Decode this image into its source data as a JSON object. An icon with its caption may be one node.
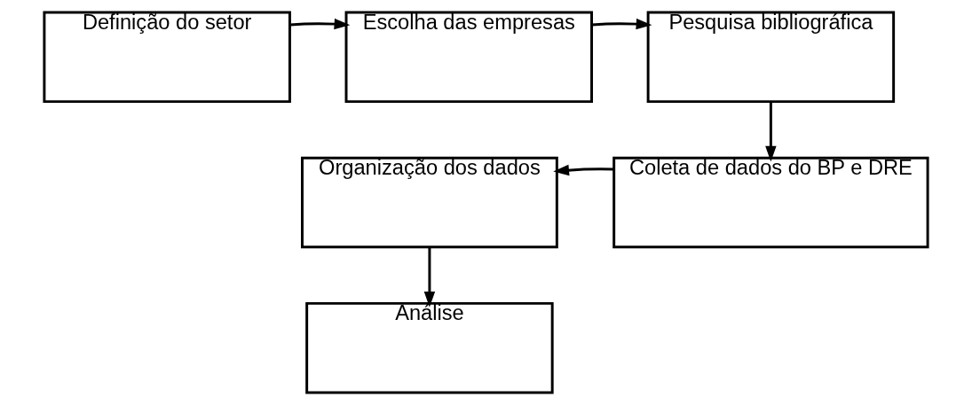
{
  "diagram": {
    "nodes": [
      {
        "text": [
          "Definição do setor"
        ]
      },
      {
        "text": [
          "Escolha das empresas"
        ]
      },
      {
        "text": [
          "Pesquisa bibliográfica"
        ]
      },
      {
        "text": [
          "Coleta de dados do BP e DRE"
        ]
      },
      {
        "text": [
          "Organização dos dados"
        ]
      },
      {
        "text": [
          "Análise"
        ]
      }
    ],
    "edges": [
      {
        "from": 0,
        "to": 1,
        "arrow": "to"
      },
      {
        "from": 1,
        "to": 2,
        "arrow": "to"
      },
      {
        "from": 2,
        "to": 3,
        "arrow": "to"
      },
      {
        "from": 3,
        "to": 4,
        "arrow": "to"
      },
      {
        "from": 4,
        "to": 5,
        "arrow": "to"
      }
    ]
  }
}
